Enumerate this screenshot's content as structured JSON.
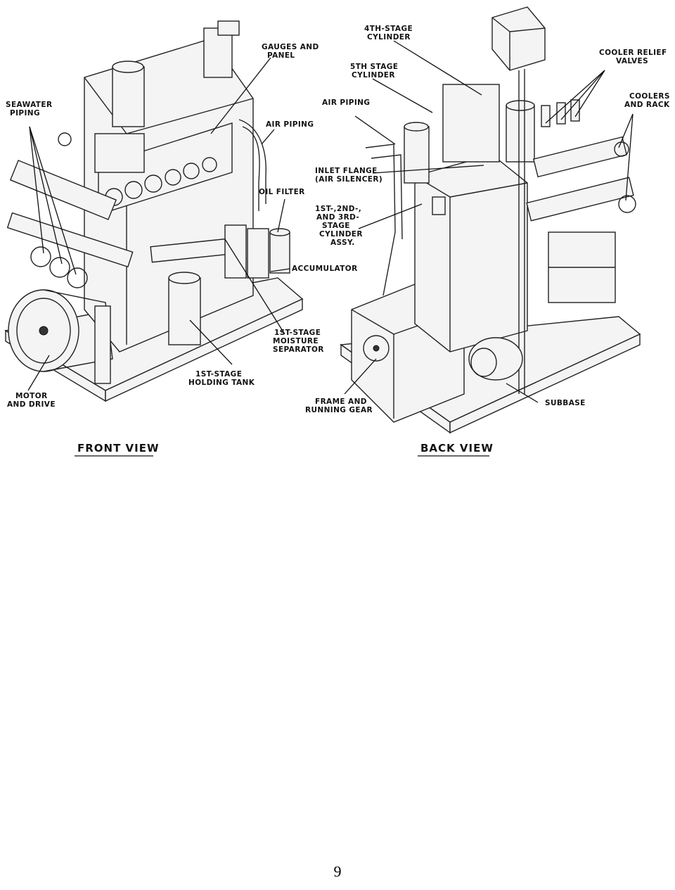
{
  "labels": {
    "seawater_piping": [
      "SEAWATER",
      "PIPING"
    ],
    "gauges_and_panel": [
      "GAUGES AND",
      "PANEL"
    ],
    "air_piping_front": [
      "AIR PIPING"
    ],
    "oil_filter": [
      "OIL FILTER"
    ],
    "accumulator": [
      "ACCUMULATOR"
    ],
    "moisture_separator": [
      "1ST-STAGE",
      "MOISTURE",
      "SEPARATOR"
    ],
    "holding_tank": [
      "1ST-STAGE",
      "HOLDING TANK"
    ],
    "motor_and_drive": [
      "MOTOR",
      "AND DRIVE"
    ],
    "fourth_stage_cylinder": [
      "4TH-STAGE",
      "CYLINDER"
    ],
    "fifth_stage_cylinder": [
      "5TH STAGE",
      "CYLINDER"
    ],
    "air_piping_back": [
      "AIR PIPING"
    ],
    "inlet_flange": [
      "INLET FLANGE",
      "(AIR SILENCER)"
    ],
    "cylinder_assy": [
      "1ST-,2ND-,",
      "AND 3RD-",
      "STAGE",
      "CYLINDER",
      "ASSY."
    ],
    "cooler_relief_valves": [
      "COOLER RELIEF",
      "VALVES"
    ],
    "coolers_and_rack": [
      "COOLERS",
      "AND RACK"
    ],
    "frame_and_running_gear": [
      "FRAME AND",
      "RUNNING GEAR"
    ],
    "subbase": [
      "SUBBASE"
    ]
  },
  "views": {
    "front_title": "FRONT VIEW",
    "back_title": "BACK VIEW"
  },
  "page_number": "9"
}
